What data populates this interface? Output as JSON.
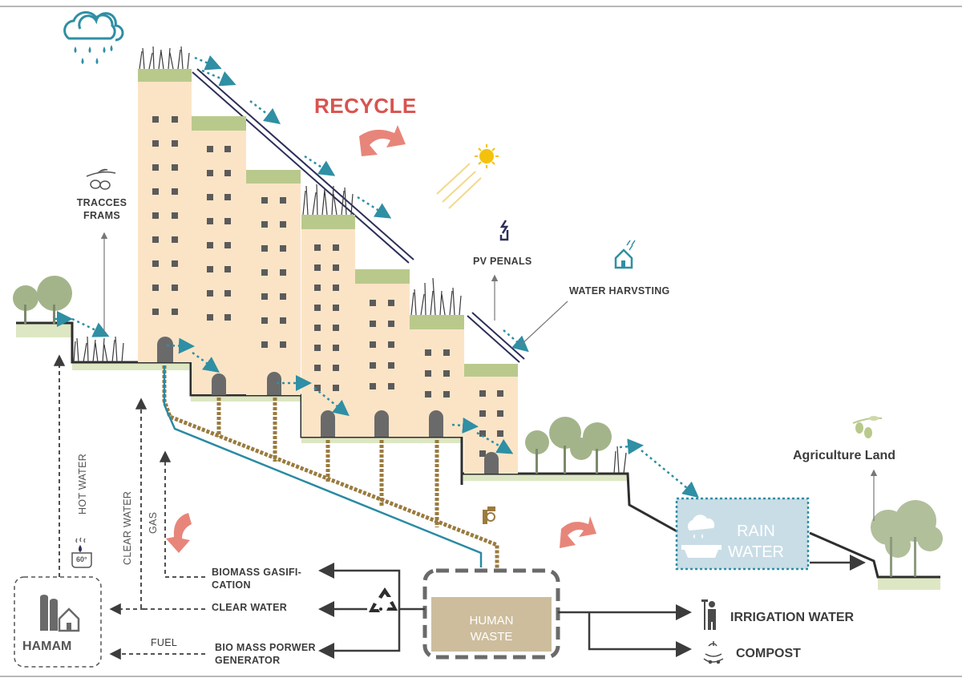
{
  "title": "RECYCLE",
  "colors": {
    "building": "#fbe4c6",
    "building_roof": "#b9c98c",
    "window": "#5b5b5b",
    "door": "#6a6a6a",
    "water_arrow": "#2f8fa4",
    "recycle_arrow": "#e8857a",
    "title": "#d9534f",
    "rain_box": "#c9dde6",
    "waste_box": "#cdbd9d",
    "pipe_brown": "#9a7b3f",
    "pipe_blue": "#2a8aa3",
    "tree": "#a4b48a",
    "ground": "#dde7c3",
    "text": "#3c3c3c"
  },
  "labels": {
    "tracces_frams": [
      "TRACCES",
      "FRAMS"
    ],
    "pv_penals": "PV PENALS",
    "water_harvsting": "WATER HARVSTING",
    "agriculture_land": "Agriculture Land",
    "rain_water": [
      "RAIN",
      "WATER"
    ],
    "human_waste": [
      "HUMAN",
      "WASTE"
    ],
    "hamam": "HAMAM",
    "hot_water": "HOT WATER",
    "clear_water_vertical": "CLEAR WATER",
    "gas": "GAS",
    "biomass_gasification": [
      "BIOMASS GASIFI-",
      "CATION"
    ],
    "clear_water": "CLEAR WATER",
    "fuel": "FUEL",
    "bio_mass_generator": [
      "BIO MASS PORWER",
      "GENERATOR"
    ],
    "irrigation_water": "IRRIGATION WATER",
    "compost": "COMPOST",
    "temperature": "60°"
  },
  "icons": [
    "rain-cloud-icon",
    "sun-icon",
    "olive-branch-icon",
    "electricity-plug-icon",
    "house-rain-icon",
    "recycle-icon",
    "hamam-building-icon",
    "hot-water-tub-icon",
    "farmer-icon",
    "compost-hands-icon",
    "valve-icon"
  ]
}
